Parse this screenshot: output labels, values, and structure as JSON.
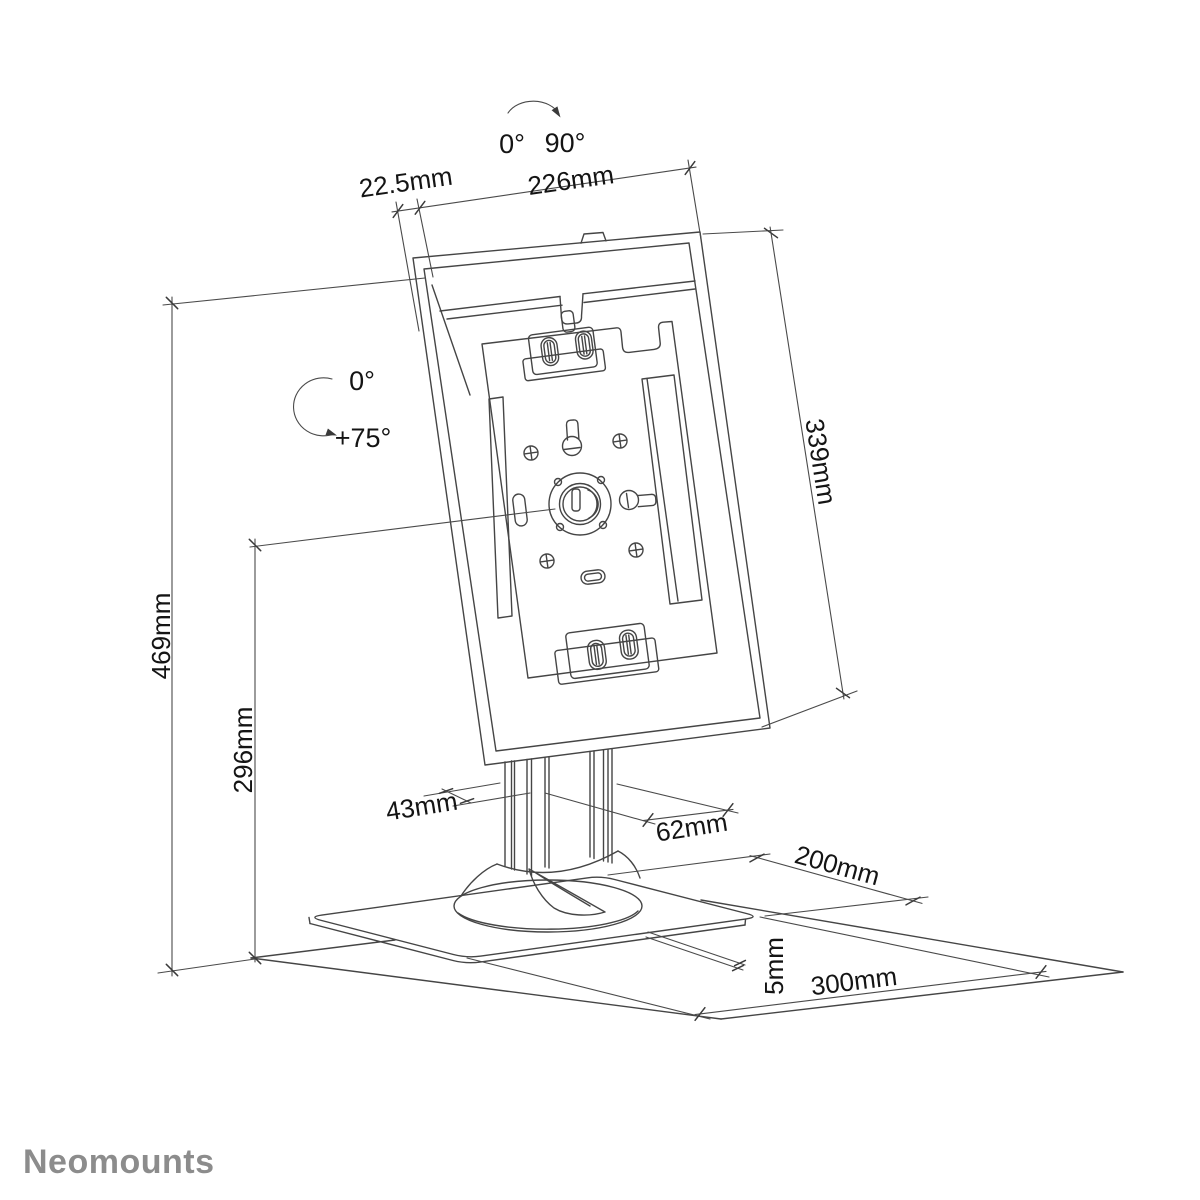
{
  "brand": {
    "name": "Neomounts"
  },
  "colors": {
    "line": "#454545",
    "label": "#141414",
    "brand": "#8c8c8c"
  },
  "rotation_range_top": {
    "start": "0°",
    "end": "90°"
  },
  "tilt_range_side": {
    "start": "0°",
    "end": "+75°"
  },
  "dimensions": {
    "enclosure_offset_top": "22.5mm",
    "enclosure_width": "226mm",
    "enclosure_height": "339mm",
    "overall_height": "469mm",
    "pivot_center_height": "296mm",
    "column_depth": "43mm",
    "pole_depth": "62mm",
    "base_plate_depth": "200mm",
    "base_plate_thickness": "5mm",
    "base_plate_width": "300mm"
  }
}
